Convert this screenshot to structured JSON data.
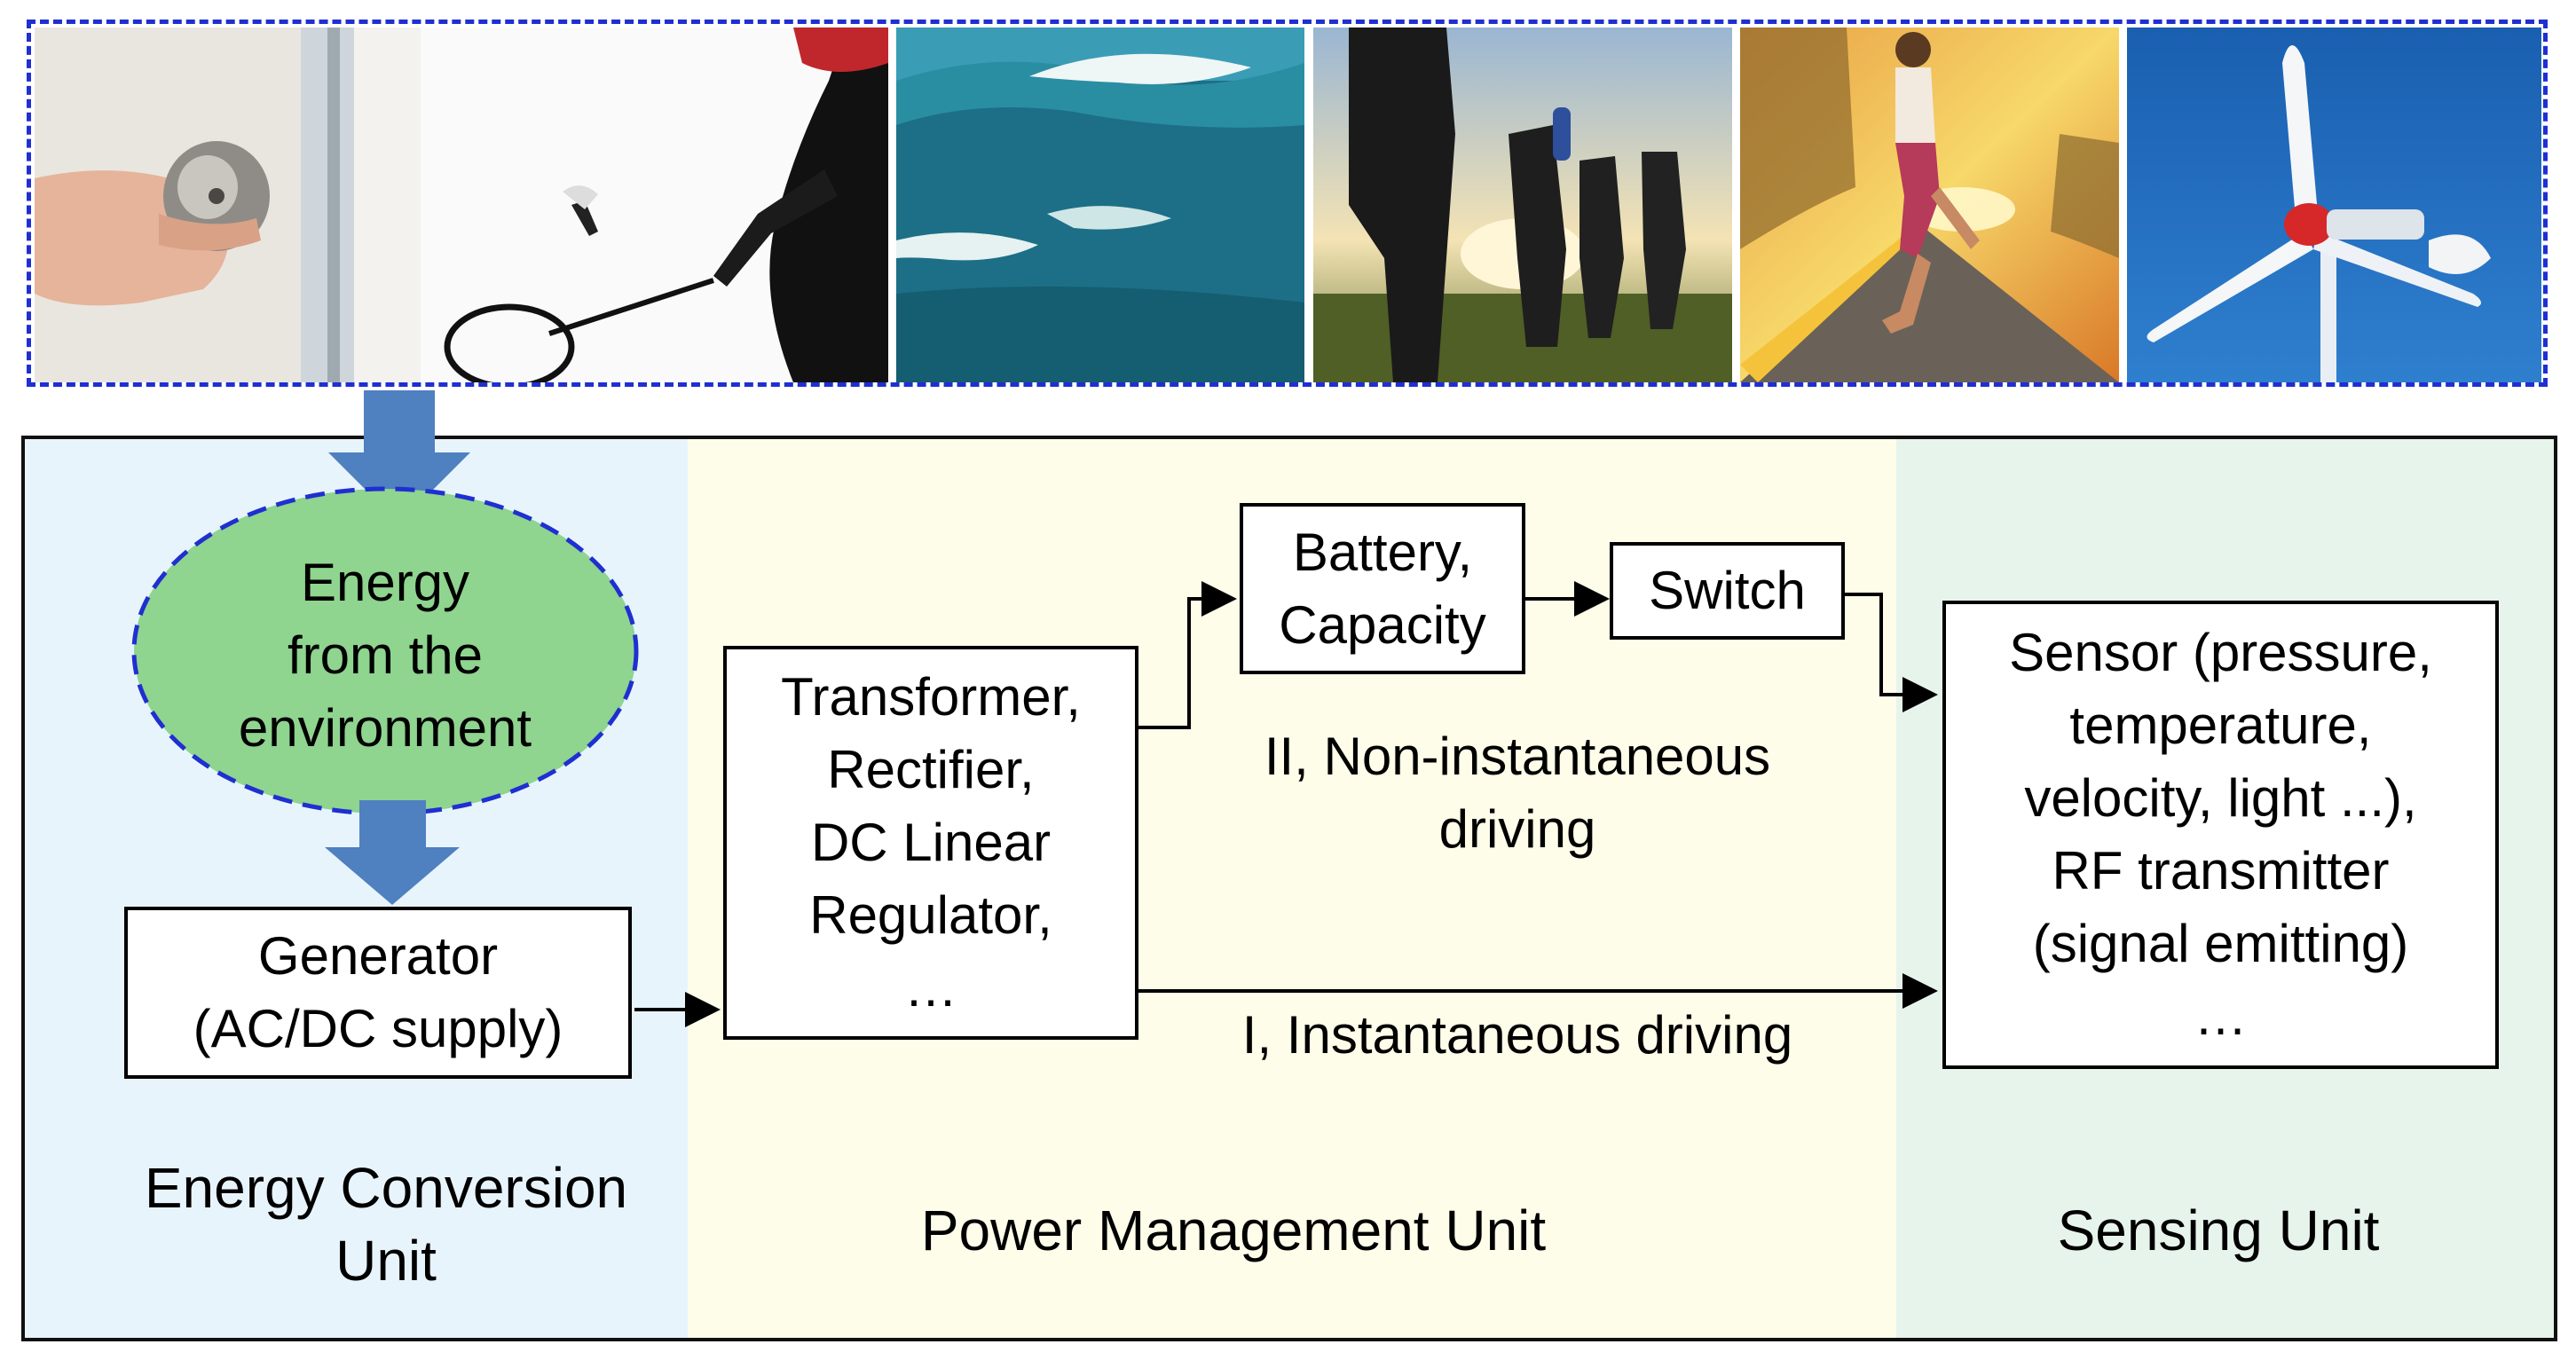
{
  "colors": {
    "strip_border": "#1f2fd1",
    "panel_left": "#e8f4fc",
    "panel_mid": "#fdfde9",
    "panel_right": "#e7f4ec",
    "ellipse_fill": "#8fd48f",
    "ellipse_border": "#1f2fd1",
    "block_arrow": "#4f80c0"
  },
  "photos": [
    {
      "subject": "door-knob-hand"
    },
    {
      "subject": "badminton-player"
    },
    {
      "subject": "ocean-waves"
    },
    {
      "subject": "hikers-sunset"
    },
    {
      "subject": "runner-road"
    },
    {
      "subject": "wind-turbine"
    }
  ],
  "energy_source": {
    "lines": [
      "Energy",
      "from the",
      "environment"
    ]
  },
  "generator": {
    "lines": [
      "Generator",
      "(AC/DC supply)"
    ]
  },
  "transformer": {
    "lines": [
      "Transformer,",
      "Rectifier,",
      "DC Linear",
      "Regulator,",
      "…"
    ]
  },
  "battery": {
    "lines": [
      "Battery,",
      "Capacity"
    ]
  },
  "switch": {
    "label": "Switch"
  },
  "sensor": {
    "lines": [
      "Sensor (pressure,",
      "temperature,",
      "velocity, light ...),",
      "RF transmitter",
      "(signal emitting)",
      "…"
    ]
  },
  "path_noninstant": {
    "lines": [
      "II, Non-instantaneous",
      "driving"
    ]
  },
  "path_instant": {
    "label": "I, Instantaneous driving"
  },
  "units": {
    "conversion": [
      "Energy Conversion",
      "Unit"
    ],
    "power": "Power Management Unit",
    "sensing": "Sensing Unit"
  }
}
